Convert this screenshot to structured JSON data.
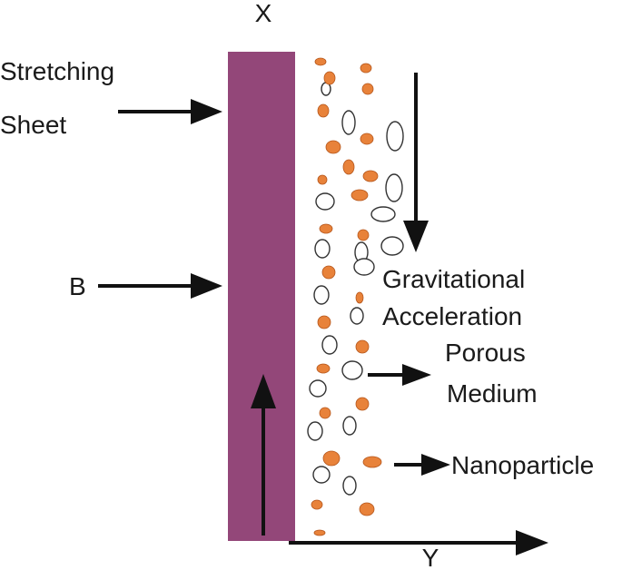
{
  "labels": {
    "axis_x": "X",
    "axis_y": "Y",
    "stretching_line1": "Stretching",
    "stretching_line2": "Sheet",
    "magnetic_field": "B",
    "gravity_line1": "Gravitational",
    "gravity_line2": "Acceleration",
    "porous_line1": "Porous",
    "porous_line2": "Medium",
    "nanoparticle": "Nanoparticle"
  },
  "colors": {
    "sheet": "#934779",
    "nanoparticle": "#e8823a",
    "pore_fill": "#ffffff",
    "pore_stroke": "#333333",
    "arrow": "#111111",
    "text": "#1a1a1a"
  }
}
